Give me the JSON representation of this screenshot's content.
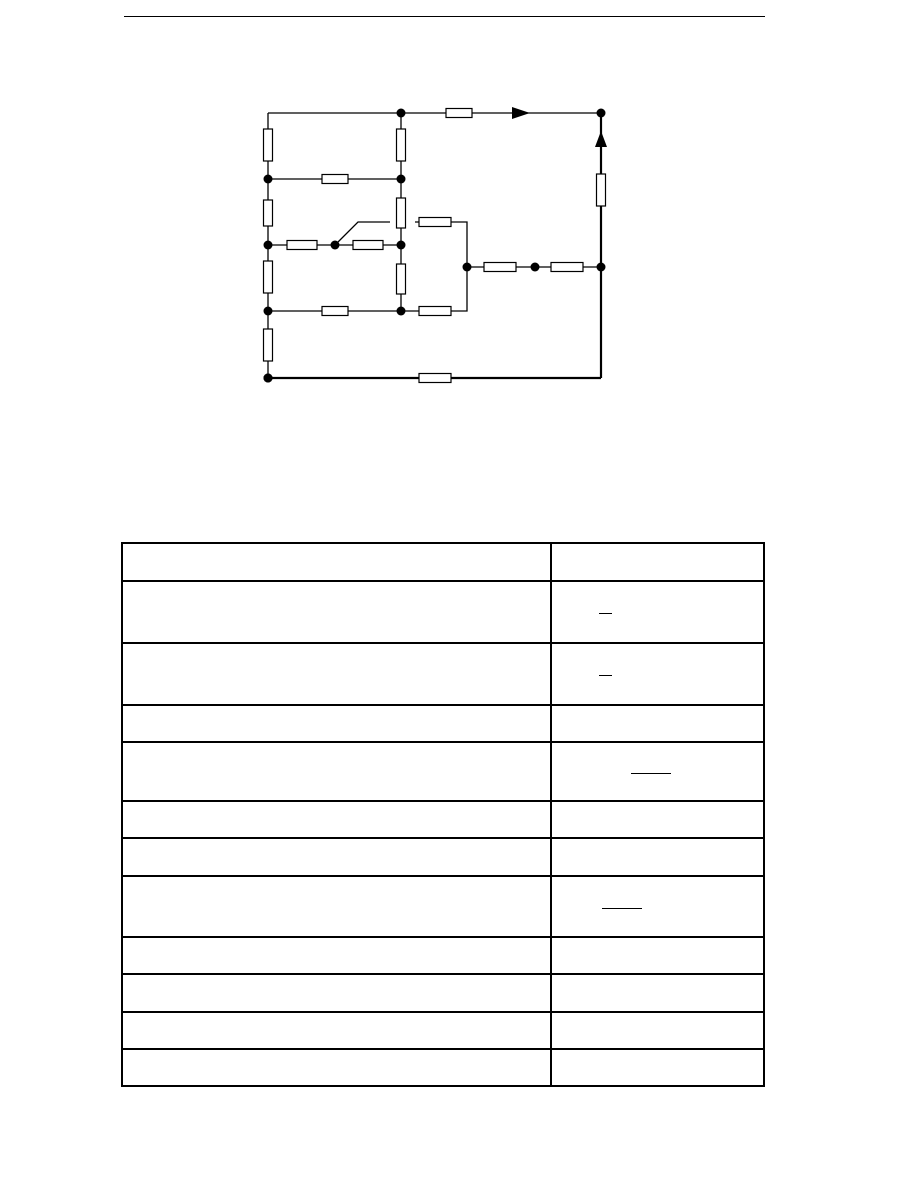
{
  "circuit": {
    "nodes": [
      {
        "id": "n1"
      },
      {
        "id": "n2"
      },
      {
        "id": "n3"
      },
      {
        "id": "n4"
      },
      {
        "id": "n5"
      },
      {
        "id": "n6"
      },
      {
        "id": "n7"
      },
      {
        "id": "n8"
      },
      {
        "id": "n9"
      },
      {
        "id": "n10"
      },
      {
        "id": "n11"
      },
      {
        "id": "n12"
      },
      {
        "id": "n13"
      },
      {
        "id": "n14"
      },
      {
        "id": "n15"
      }
    ],
    "resistor_count": 18,
    "arrows": [
      {
        "direction": "right"
      },
      {
        "direction": "up"
      }
    ]
  },
  "table": {
    "rows": [
      {
        "left": "",
        "right": "",
        "fraction": false
      },
      {
        "left": "",
        "right": "",
        "fraction": true
      },
      {
        "left": "",
        "right": "",
        "fraction": true
      },
      {
        "left": "",
        "right": "",
        "fraction": false
      },
      {
        "left": "",
        "right": "",
        "fraction": true
      },
      {
        "left": "",
        "right": "",
        "fraction": false
      },
      {
        "left": "",
        "right": "",
        "fraction": false
      },
      {
        "left": "",
        "right": "",
        "fraction": true
      },
      {
        "left": "",
        "right": "",
        "fraction": false
      },
      {
        "left": "",
        "right": "",
        "fraction": false
      },
      {
        "left": "",
        "right": "",
        "fraction": false
      },
      {
        "left": "",
        "right": "",
        "fraction": false
      }
    ]
  }
}
